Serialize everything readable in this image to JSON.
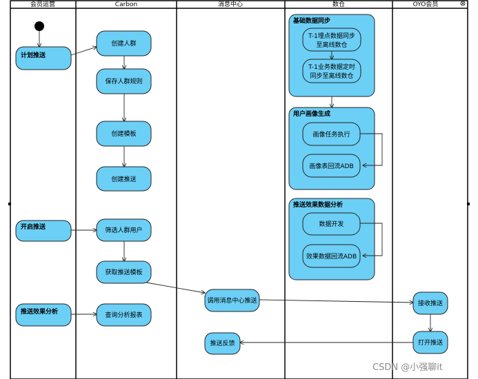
{
  "lanes": [
    "会员运营",
    "Carbon",
    "消息中心",
    "数仓",
    "OYO会员"
  ],
  "nodes": {
    "plan_push": "计划推送",
    "create_crowd": "创建人群",
    "save_crowd_rule": "保存人群规则",
    "create_template": "创建模板",
    "create_push": "创建推送",
    "start_push": "开启推送",
    "filter_crowd_users": "筛选人群用户",
    "get_push_template": "获取推送模板",
    "push_analysis": "推送效果分析",
    "query_report": "查询分析报表",
    "call_message_center": "调用消息中心推送",
    "push_feedback": "推送反馈",
    "receive_push": "接收推送",
    "open_push": "打开推送",
    "sync_track_1": "T-1埋点数据同步",
    "sync_track_2": "至离线数仓",
    "sync_biz_1": "T-1业务数据定时",
    "sync_biz_2": "同步至离线数仓",
    "portrait_task": "画像任务执行",
    "portrait_back": "画像表回流ADB",
    "data_dev": "数据开发",
    "effect_back": "效果数据回流ADB"
  },
  "groups": {
    "base_sync": "基础数据同步",
    "portrait": "用户画像生成",
    "effect_analysis": "推送效果数据分析"
  },
  "watermark": "CSDN @小强聊it",
  "colors": {
    "node_fill": "#6ccff6",
    "node_stroke": "#222222",
    "lane_stroke": "#000000",
    "start_fill": "#000000"
  }
}
